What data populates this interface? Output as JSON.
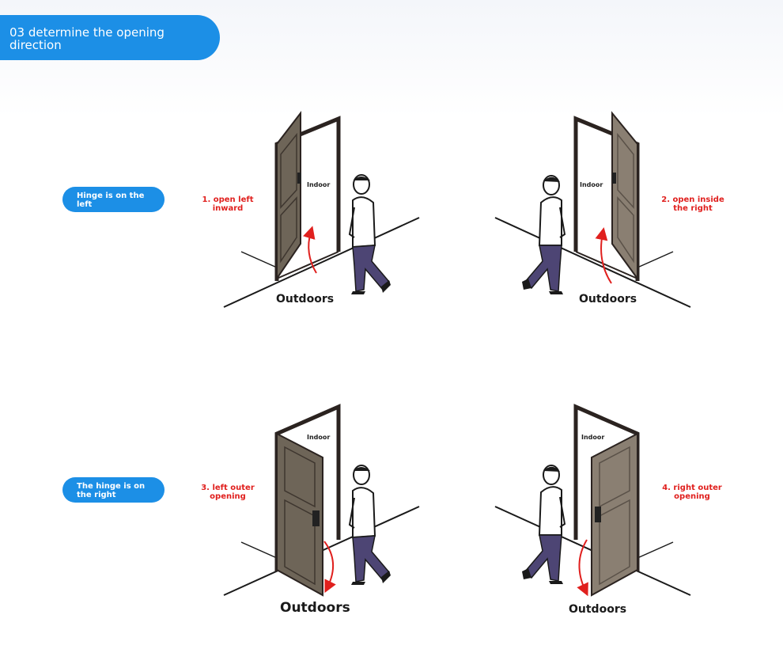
{
  "header": {
    "title": "03 determine the opening direction"
  },
  "rows": [
    {
      "tag": "Hinge is on the left"
    },
    {
      "tag": "The hinge is on the right"
    }
  ],
  "panels": [
    {
      "caption": "1. open left inward",
      "indoor": "Indoor",
      "outdoors": "Outdoors"
    },
    {
      "caption": "2. open inside the right",
      "indoor": "Indoor",
      "outdoors": "Outdoors"
    },
    {
      "caption": "3. left outer opening",
      "indoor": "Indoor",
      "outdoors": "Outdoors"
    },
    {
      "caption": "4. right outer opening",
      "indoor": "Indoor",
      "outdoors": "Outdoors"
    }
  ],
  "colors": {
    "accent": "#1c8fe6",
    "caption": "#e0201e",
    "arrow": "#e0201e",
    "door": "#6e6558",
    "frame": "#2b2320"
  }
}
